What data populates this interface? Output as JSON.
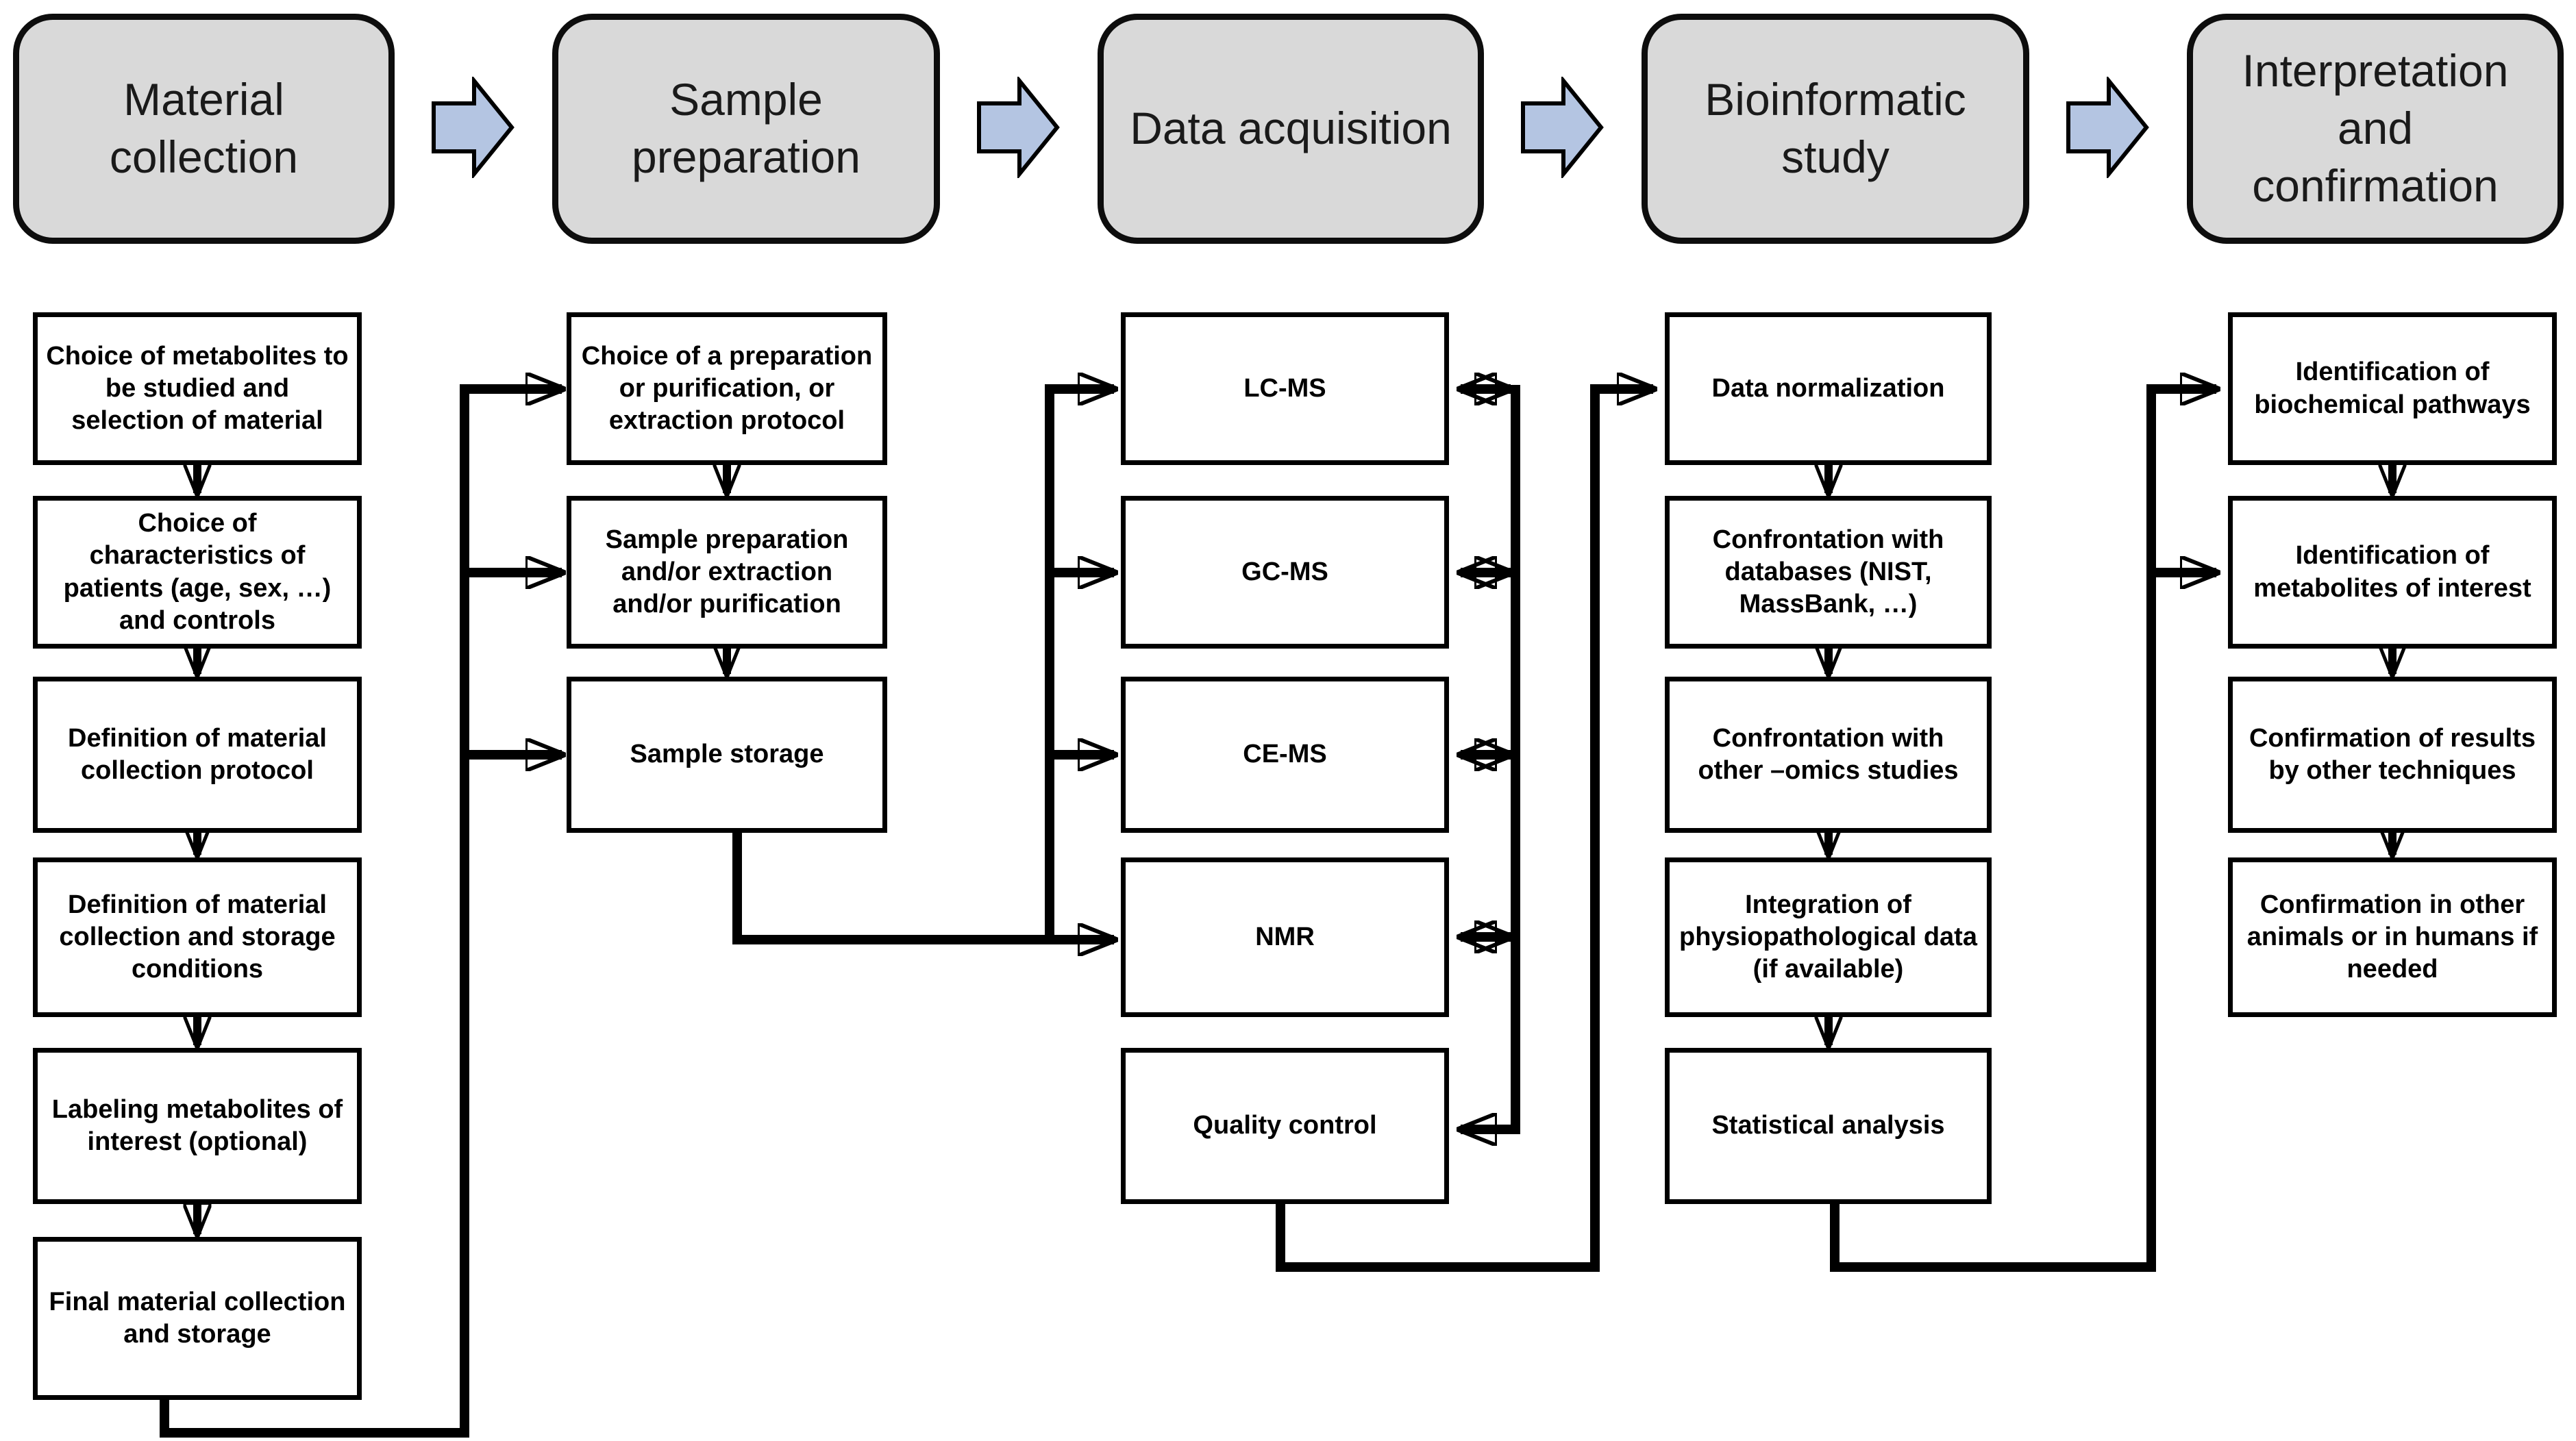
{
  "phases": [
    {
      "label": "Material collection",
      "steps": [
        "Choice of metabolites to be studied and selection of material",
        "Choice of characteristics of patients  (age, sex, …) and controls",
        "Definition of material collection protocol",
        "Definition of material collection and storage conditions",
        "Labeling metabolites of interest (optional)",
        "Final material collection and storage"
      ]
    },
    {
      "label": "Sample preparation",
      "steps": [
        "Choice of a preparation or purification, or extraction protocol",
        "Sample preparation and/or extraction and/or purification",
        "Sample storage"
      ]
    },
    {
      "label": "Data acquisition",
      "steps": [
        "LC-MS",
        "GC-MS",
        "CE-MS",
        "NMR",
        "Quality control"
      ]
    },
    {
      "label": "Bioinformatic study",
      "steps": [
        "Data normalization",
        "Confrontation with databases (NIST, MassBank, …)",
        "Confrontation with other –omics studies",
        "Integration of physiopathological data (if available)",
        "Statistical analysis"
      ]
    },
    {
      "label": "Interpretation and confirmation",
      "steps": [
        "Identification of biochemical pathways",
        "Identification of metabolites of interest",
        "Confirmation of results by other techniques",
        "Confirmation in other animals or in humans if needed"
      ]
    }
  ],
  "colors": {
    "phase_fill": "#d9d9d9",
    "phase_border": "#0d0d0d",
    "phase_arrow_fill": "#b4c5e2",
    "step_fill": "#ffffff",
    "step_border": "#000000",
    "connector": "#000000",
    "background": "#ffffff"
  },
  "icons": {
    "phase_flow_arrow": "block-arrow-right-icon",
    "connector_arrowhead": "triangle-arrowhead-icon"
  }
}
